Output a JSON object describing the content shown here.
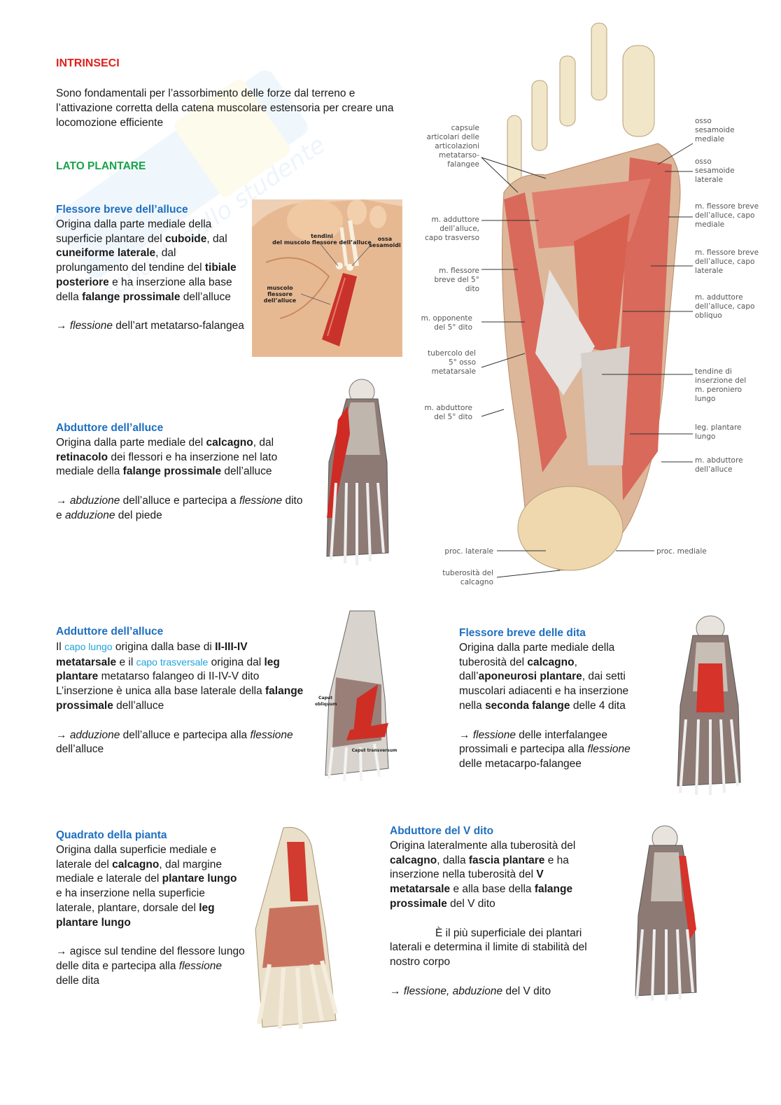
{
  "section": {
    "title": "INTRINSECI",
    "intro": "Sono fondamentali per l’assorbimento delle forze dal terreno e l’attivazione corretta della catena muscolare estensoria per creare una locomozione efficiente",
    "subtitle": "LATO PLANTARE"
  },
  "muscles": {
    "fba": {
      "title": "Flessore breve dell’alluce",
      "t1": "Origina dalla parte mediale della superficie plantare del ",
      "b1": "cuboide",
      "t2": ", dal ",
      "b2": "cuneiforme laterale",
      "t3": ", dal prolungamento del tendine del ",
      "b3": "tibiale posteriore",
      "t4": " e ha inserzione alla base della ",
      "b4": "falange prossimale",
      "t5": " dell’alluce",
      "arrow": "→ ",
      "i1": "flessione",
      "t6": " dell’art metatarso-falangea"
    },
    "abd": {
      "title": "Abduttore dell’alluce",
      "t1": "Origina dalla parte mediale del ",
      "b1": "calcagno",
      "t2": ", dal ",
      "b2": "retinacolo",
      "t3": " dei flessori e ha inserzione nel lato mediale della ",
      "b3": "falange prossimale",
      "t4": " dell’alluce",
      "arrow": "→ ",
      "i1": "abduzione",
      "t5": " dell’alluce e partecipa a ",
      "i2": "flessione",
      "t6": " dito e ",
      "i3": "adduzione",
      "t7": " del piede"
    },
    "add": {
      "title": "Adduttore dell’alluce",
      "t1": "Il ",
      "c1": "capo lungo",
      "t2": " origina dalla base di ",
      "b1": "II-III-IV metatarsale",
      "t3": " e il ",
      "c2": "capo trasversale",
      "t4": " origina dal ",
      "b2": "leg plantare",
      "t5": " metatarso falangeo di II-IV-V dito",
      "t6": "L’inserzione è unica alla base laterale della ",
      "b3": "falange prossimale",
      "t7": " dell’alluce",
      "arrow": "→ ",
      "i1": "adduzione",
      "t8": " dell’alluce e partecipa alla ",
      "i2": "flessione",
      "t9": " dell’alluce"
    },
    "fbd": {
      "title": "Flessore breve delle dita",
      "t1": "Origina dalla parte mediale della tuberosità del ",
      "b1": "calcagno",
      "t2": ", dall’",
      "b2": "aponeurosi plantare",
      "t3": ", dai setti muscolari adiacenti e ha inserzione nella ",
      "b3": "seconda falange",
      "t4": " delle 4 dita",
      "arrow": "→ ",
      "i1": "flessione",
      "t5": " delle interfalangee prossimali e partecipa alla ",
      "i2": "flessione",
      "t6": " delle metacarpo-falangee"
    },
    "qp": {
      "title": "Quadrato della pianta",
      "t1": "Origina dalla superficie mediale e laterale del ",
      "b1": "calcagno",
      "t2": ", dal margine mediale e laterale del ",
      "b2": "plantare lungo",
      "t3": " e ha inserzione nella superficie laterale, plantare, dorsale del ",
      "b3": "leg plantare lungo",
      "arrow": "→ agisce sul tendine del flessore lungo delle dita e partecipa alla ",
      "i1": "flessione",
      "t4": " delle dita"
    },
    "abv": {
      "title": "Abduttore del V dito",
      "t1": "Origina lateralmente alla tuberosità del ",
      "b1": "calcagno",
      "t2": ", dalla ",
      "b2": "fascia plantare",
      "t3": " e ha inserzione nella tuberosità del ",
      "b3": "V metatarsale",
      "t4": " e alla base della ",
      "b4": "falange prossimale",
      "t5": " del V dito",
      "note": "È il più superficiale dei plantari laterali e determina il limite di stabilità del nostro corpo",
      "arrow": "→ ",
      "i1": "flessione, abduzione",
      "t6": " del V dito"
    }
  },
  "labels_small_image": {
    "tendini": "tendini",
    "tendini2": "del muscolo flessore dell’alluce",
    "ossa": "ossa",
    "ossa2": "sesamoidi",
    "muscolo": "muscolo",
    "muscolo2": "flessore dell’alluce"
  },
  "labels_add_image": {
    "caput_obliquum": "Caput obliquum",
    "caput_transversum": "Caput transversum"
  },
  "big_figure_labels": {
    "capsule": "capsule articolari delle articolazioni metatarso-falangee",
    "adduttore_trasverso": "m. adduttore dell’alluce, capo trasverso",
    "flessore_breve_5": "m. flessore breve del 5° dito",
    "opponente_5": "m. opponente del 5° dito",
    "tubercolo": "tubercolo del 5° osso metatarsale",
    "abduttore_5": "m. abduttore del 5° dito",
    "proc_laterale": "proc. laterale",
    "tuberosita": "tuberosità del calcagno",
    "osso_sesamoide_mediale": "osso sesamoide mediale",
    "osso_sesamoide_laterale": "osso sesamoide laterale",
    "flessore_breve_mediale": "m. flessore breve dell’alluce, capo mediale",
    "flessore_breve_laterale": "m. flessore breve dell’alluce, capo laterale",
    "adduttore_obliquo": "m. adduttore dell’alluce, capo obliquo",
    "tendine_peroniero": "tendine di inserzione del m. peroniero lungo",
    "leg_plantare": "leg. plantare lungo",
    "abduttore_alluce": "m. abduttore dell’alluce",
    "proc_mediale": "proc. mediale"
  },
  "colors": {
    "title_red": "#e0201b",
    "subtitle_green": "#1aa34a",
    "heading_blue": "#1f6fc0",
    "accent_cyan": "#1ea3d8",
    "muscle_red": "#d9433a"
  }
}
